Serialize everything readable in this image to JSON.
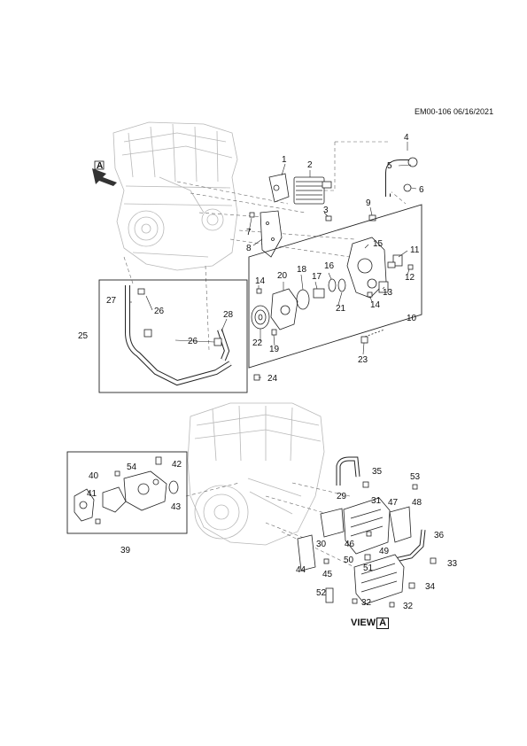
{
  "header": {
    "doc_code": "EM00-106 06/16/2021"
  },
  "view": {
    "label": "VIEW",
    "letter": "A"
  },
  "callouts": [
    {
      "id": "1",
      "label": "1"
    },
    {
      "id": "2",
      "label": "2"
    },
    {
      "id": "3",
      "label": "3"
    },
    {
      "id": "4",
      "label": "4"
    },
    {
      "id": "5",
      "label": "5"
    },
    {
      "id": "6",
      "label": "6"
    },
    {
      "id": "7",
      "label": "7"
    },
    {
      "id": "8",
      "label": "8"
    },
    {
      "id": "9",
      "label": "9"
    },
    {
      "id": "10",
      "label": "10"
    },
    {
      "id": "11",
      "label": "11"
    },
    {
      "id": "12",
      "label": "12"
    },
    {
      "id": "13",
      "label": "13"
    },
    {
      "id": "14a",
      "label": "14"
    },
    {
      "id": "14b",
      "label": "14"
    },
    {
      "id": "15",
      "label": "15"
    },
    {
      "id": "16",
      "label": "16"
    },
    {
      "id": "17",
      "label": "17"
    },
    {
      "id": "18",
      "label": "18"
    },
    {
      "id": "19",
      "label": "19"
    },
    {
      "id": "20",
      "label": "20"
    },
    {
      "id": "21",
      "label": "21"
    },
    {
      "id": "22",
      "label": "22"
    },
    {
      "id": "23",
      "label": "23"
    },
    {
      "id": "24",
      "label": "24"
    },
    {
      "id": "25",
      "label": "25"
    },
    {
      "id": "26a",
      "label": "26"
    },
    {
      "id": "26b",
      "label": "26"
    },
    {
      "id": "27",
      "label": "27"
    },
    {
      "id": "28",
      "label": "28"
    },
    {
      "id": "29",
      "label": "29"
    },
    {
      "id": "30",
      "label": "30"
    },
    {
      "id": "31",
      "label": "31"
    },
    {
      "id": "32a",
      "label": "32"
    },
    {
      "id": "32b",
      "label": "32"
    },
    {
      "id": "33",
      "label": "33"
    },
    {
      "id": "34",
      "label": "34"
    },
    {
      "id": "35",
      "label": "35"
    },
    {
      "id": "36",
      "label": "36"
    },
    {
      "id": "39",
      "label": "39"
    },
    {
      "id": "40",
      "label": "40"
    },
    {
      "id": "41",
      "label": "41"
    },
    {
      "id": "42",
      "label": "42"
    },
    {
      "id": "43",
      "label": "43"
    },
    {
      "id": "44",
      "label": "44"
    },
    {
      "id": "45",
      "label": "45"
    },
    {
      "id": "46",
      "label": "46"
    },
    {
      "id": "47",
      "label": "47"
    },
    {
      "id": "48",
      "label": "48"
    },
    {
      "id": "49",
      "label": "49"
    },
    {
      "id": "50",
      "label": "50"
    },
    {
      "id": "51",
      "label": "51"
    },
    {
      "id": "52",
      "label": "52"
    },
    {
      "id": "53",
      "label": "53"
    },
    {
      "id": "54",
      "label": "54"
    }
  ]
}
